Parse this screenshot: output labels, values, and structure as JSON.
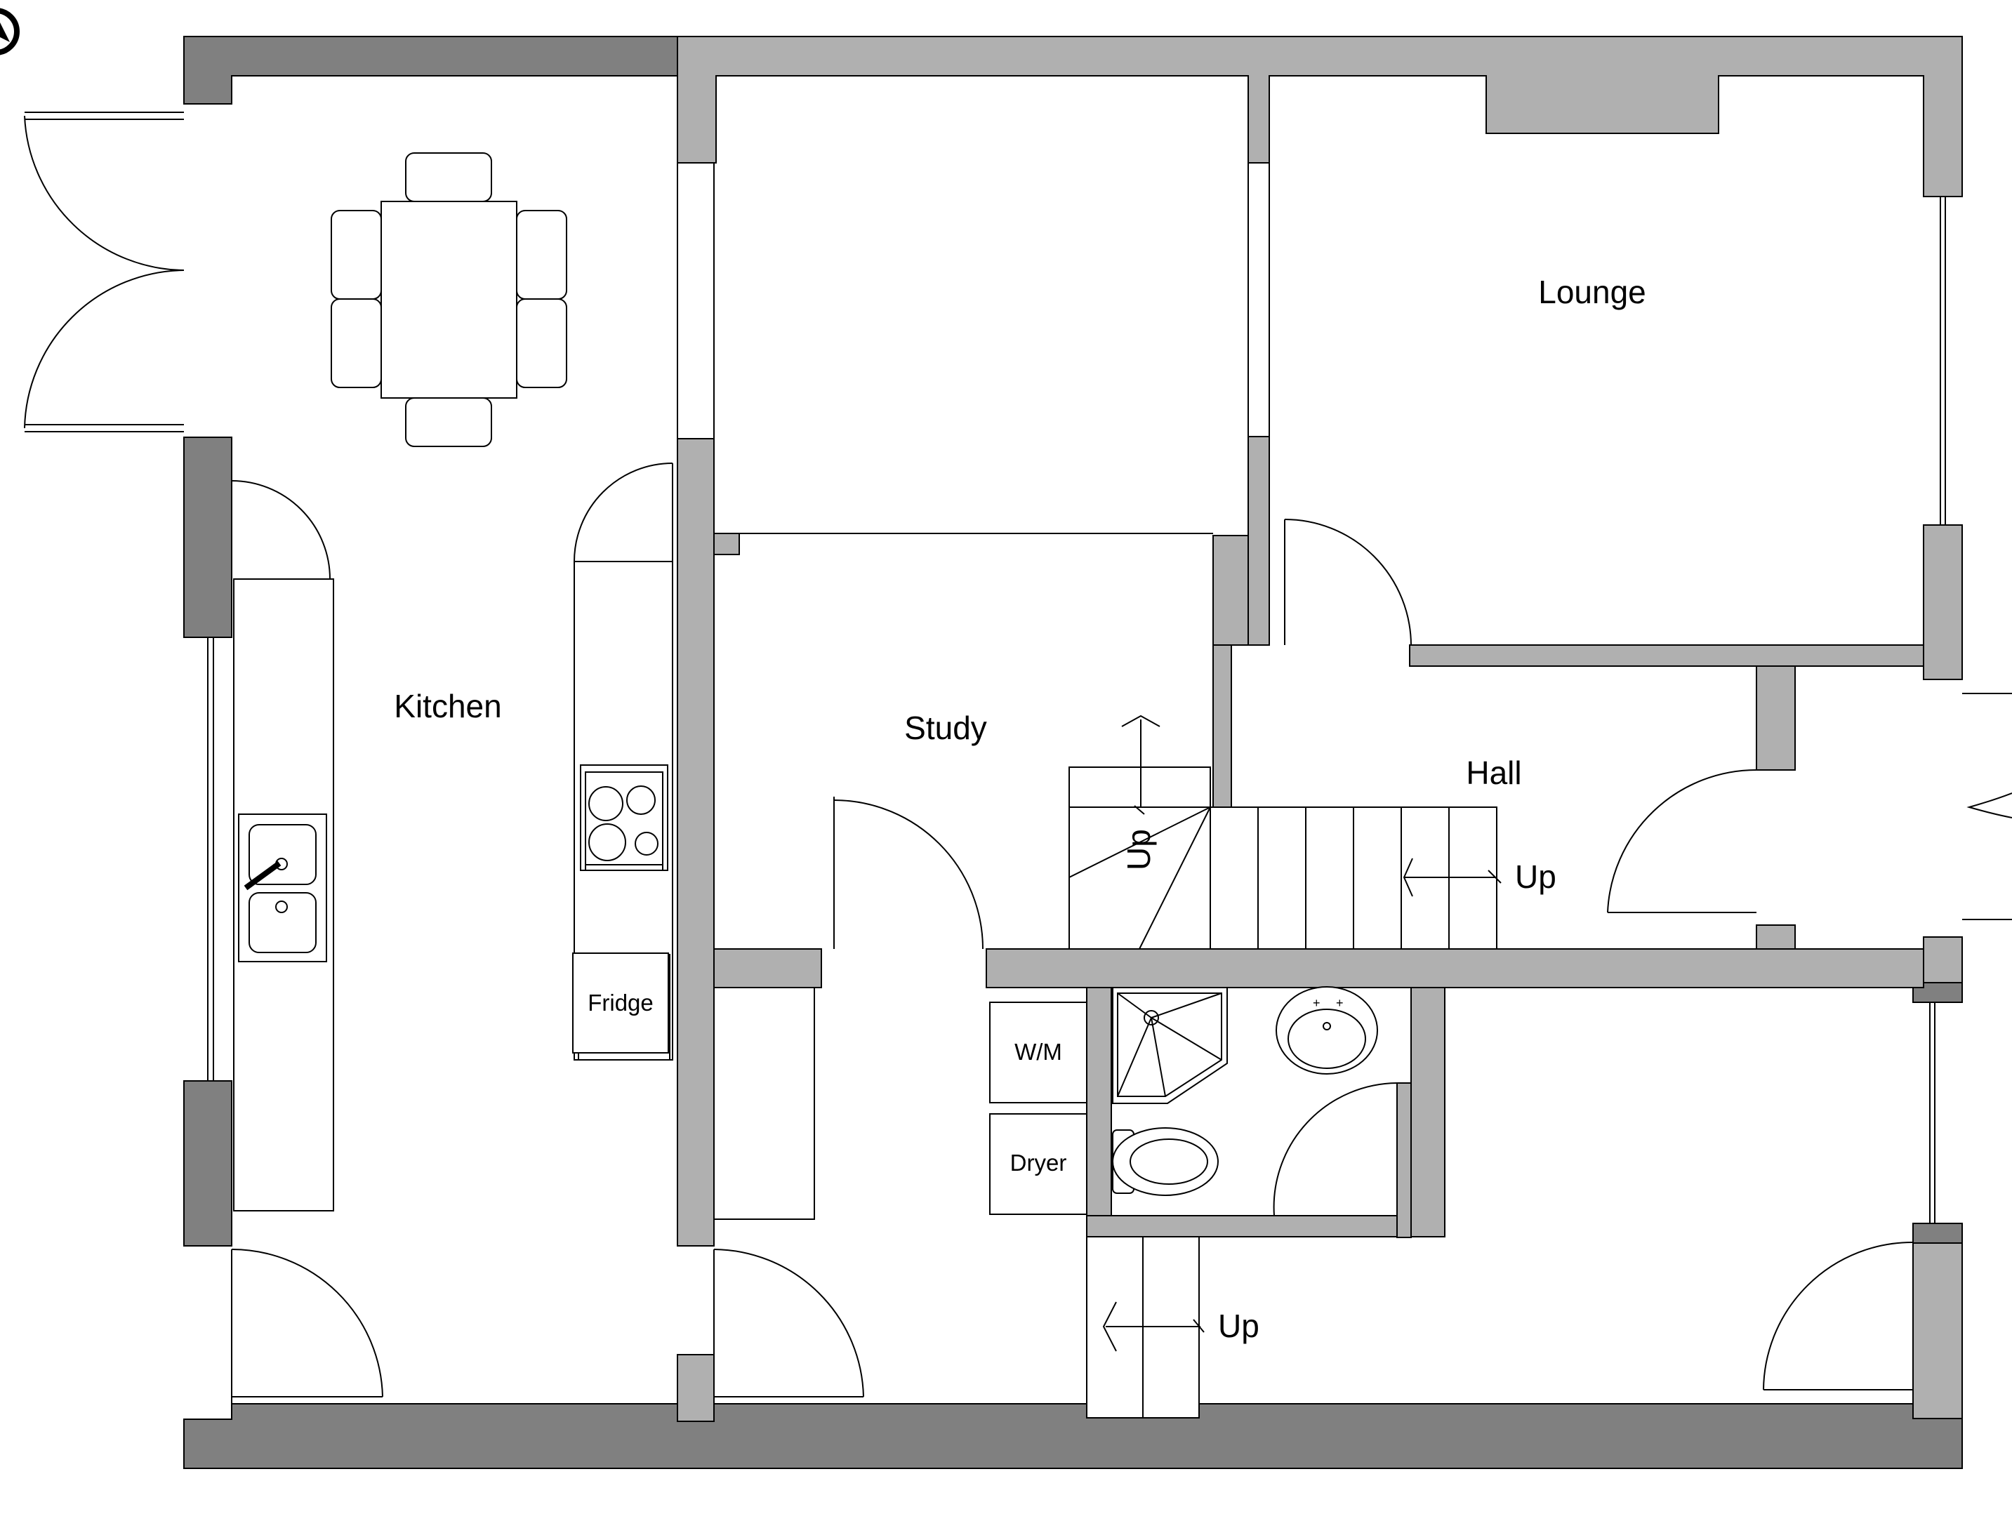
{
  "rooms": {
    "kitchen": "Kitchen",
    "lounge": "Lounge",
    "study": "Study",
    "hall": "Hall"
  },
  "fixtures": {
    "fridge": "Fridge",
    "washing_machine": "W/M",
    "dryer": "Dryer"
  },
  "stairs": {
    "up_main": "Up",
    "up_small": "Up",
    "up_rear": "Up"
  },
  "icons": [
    "north-arrow-icon",
    "door-swing-icon",
    "stairs-arrow-icon",
    "sink-icon",
    "hob-icon",
    "toilet-icon",
    "shower-icon",
    "basin-icon",
    "dining-table-icon"
  ],
  "colors": {
    "external_wall": "#808080",
    "internal_wall": "#b0b0b0",
    "background": "#ffffff"
  }
}
